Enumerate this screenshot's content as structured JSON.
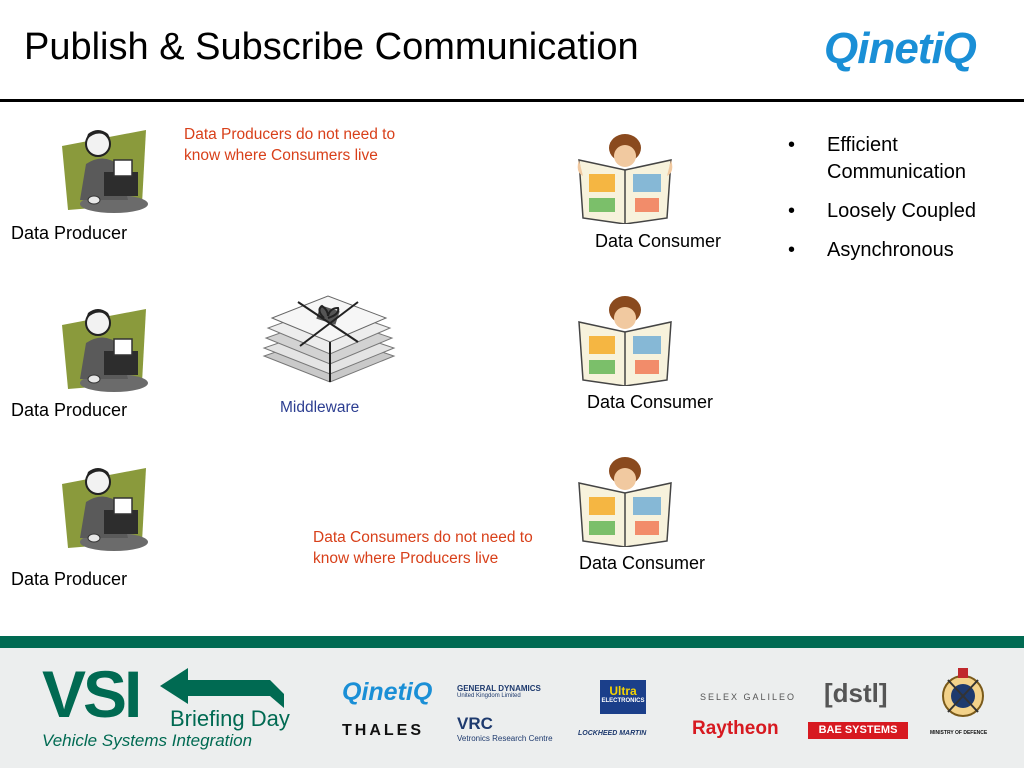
{
  "header": {
    "title": "Publish & Subscribe Communication",
    "logo": "QinetiQ"
  },
  "diagram": {
    "producers": [
      {
        "label": "Data Producer"
      },
      {
        "label": "Data Producer"
      },
      {
        "label": "Data Producer"
      }
    ],
    "consumers": [
      {
        "label": "Data Consumer"
      },
      {
        "label": "Data Consumer"
      },
      {
        "label": "Data Consumer"
      }
    ],
    "middleware_label": "Middleware",
    "note_producers": "Data Producers do not need to know where Consumers live",
    "note_consumers": "Data Consumers do not need to know where Producers live"
  },
  "bullets": [
    "Efficient Communication",
    "Loosely Coupled",
    "Asynchronous"
  ],
  "footer": {
    "vsi": "VSI",
    "briefing": "Briefing Day",
    "tagline": "Vehicle Systems Integration",
    "sponsors": {
      "qinetiq": "QinetiQ",
      "general_dynamics": "GENERAL DYNAMICS",
      "general_dynamics_sub": "United Kingdom Limited",
      "ultra": "Ultra",
      "ultra_sub": "ELECTRONICS",
      "selex": "SELEX GALILEO",
      "dstl": "[dstl]",
      "thales": "THALES",
      "vrc": "VRC",
      "vrc_sub": "Vetronics Research Centre",
      "lockheed": "LOCKHEED MARTIN",
      "raytheon": "Raytheon",
      "bae": "BAE SYSTEMS",
      "mod": "MINISTRY OF DEFENCE"
    }
  },
  "colors": {
    "note_red": "#d8401a",
    "middleware_blue": "#2c3e91",
    "qinetiq_blue": "#1a8fd6",
    "vsi_green": "#006a52"
  }
}
